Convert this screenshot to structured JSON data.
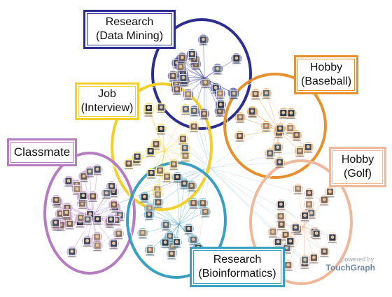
{
  "groups": [
    {
      "id": "research-dm",
      "line1": "Research",
      "line2": "(Data Mining)",
      "color": "#2b2e8f"
    },
    {
      "id": "job",
      "line1": "Job",
      "line2": "(Interview)",
      "color": "#f2cf2a"
    },
    {
      "id": "baseball",
      "line1": "Hobby",
      "line2": "(Baseball)",
      "color": "#e8902e"
    },
    {
      "id": "classmate",
      "line1": "Classmate",
      "line2": "",
      "color": "#b67cc2"
    },
    {
      "id": "golf",
      "line1": "Hobby",
      "line2": "(Golf)",
      "color": "#f0b89a"
    },
    {
      "id": "bioinf",
      "line1": "Research",
      "line2": "(Bioinformatics)",
      "color": "#3aa0c0"
    }
  ],
  "watermark": {
    "line1": "powered by",
    "line2": "TouchGraph"
  }
}
